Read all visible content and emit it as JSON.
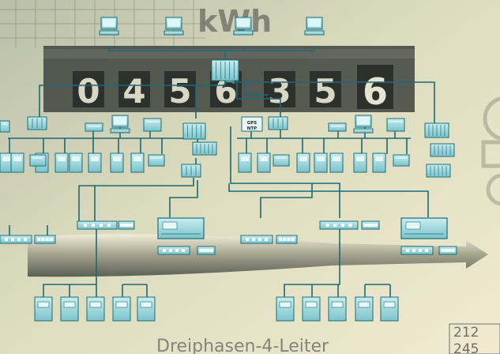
{
  "background": {
    "meter_unit": "kWh",
    "meter_digits": [
      "0",
      "4",
      "5",
      "6",
      "3",
      "5",
      "6"
    ],
    "caption": "Dreiphasen-4-Leiter",
    "corner_numbers": [
      "212",
      "245"
    ]
  },
  "devices": {
    "gps_label_line1": "GPS",
    "gps_label_line2": "NTP"
  },
  "colors": {
    "device_fill": "#8fd0d6",
    "device_stroke": "#1d6f7a",
    "bus_line": "#1c6a74",
    "meter_band": "#3a3f3a",
    "paper": "#ebe6c8"
  }
}
